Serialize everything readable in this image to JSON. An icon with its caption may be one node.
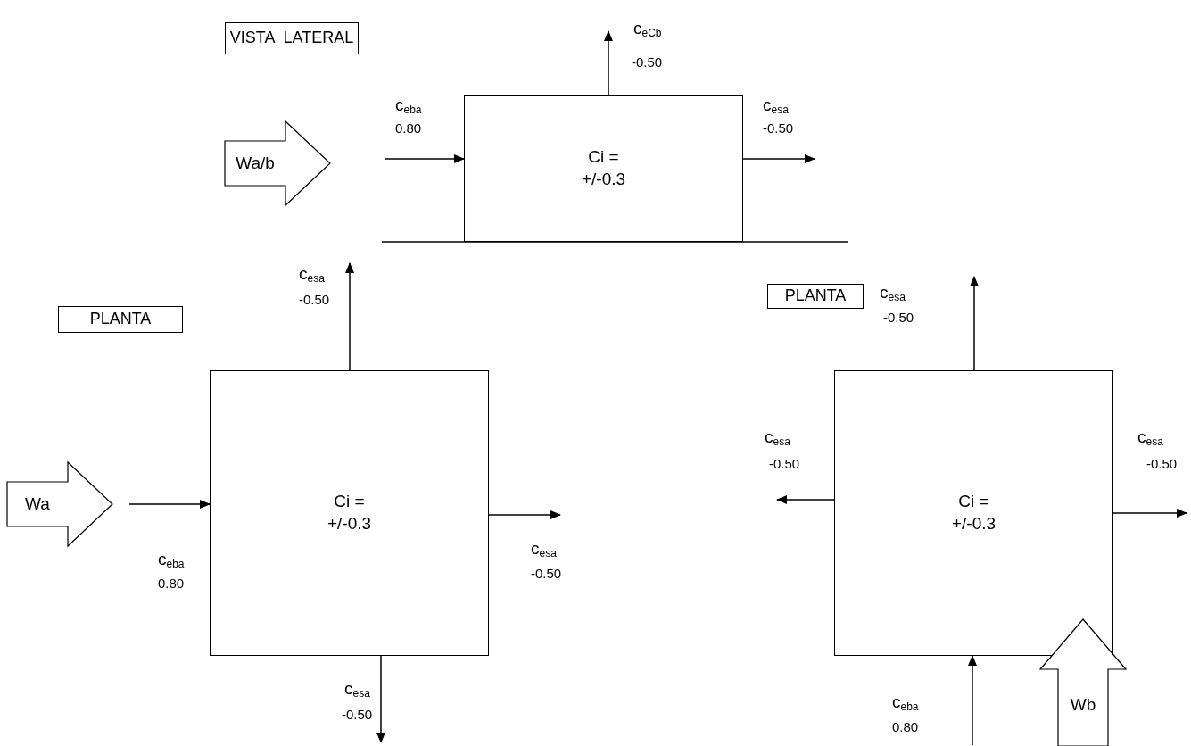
{
  "diagram": {
    "nodes": [
      {
        "text": [
          "VISTA  LATERAL"
        ]
      },
      {
        "text": [
          "Wa/b"
        ]
      },
      {
        "text": [
          "Ci = +/-0.3"
        ]
      },
      {
        "text": [
          "PLANTA"
        ]
      },
      {
        "text": [
          "Wa"
        ]
      },
      {
        "text": [
          "Ci = +/-0.3"
        ]
      },
      {
        "text": [
          "PLANTA"
        ]
      },
      {
        "text": [
          "Ci = +/-0.3"
        ]
      },
      {
        "text": [
          "Wb"
        ]
      }
    ],
    "edges": [
      {
        "from": null,
        "to": 2,
        "arrow": "to"
      },
      {
        "from": 2,
        "to": null,
        "arrow": "to"
      },
      {
        "from": 2,
        "to": null,
        "arrow": "to"
      },
      {
        "from": null,
        "to": 5,
        "arrow": "to"
      },
      {
        "from": 5,
        "to": null,
        "arrow": "to"
      },
      {
        "from": 5,
        "to": null,
        "arrow": "to"
      },
      {
        "from": 5,
        "to": null,
        "arrow": "to"
      },
      {
        "from": 7,
        "to": null,
        "arrow": "to"
      },
      {
        "from": 7,
        "to": null,
        "arrow": "to"
      },
      {
        "from": 7,
        "to": null,
        "arrow": "to"
      },
      {
        "from": null,
        "to": 7,
        "arrow": "to"
      }
    ],
    "labels": [
      "c$_{eCb}$",
      "-0.50",
      "c$_{eba}$",
      "0.80",
      "c$_{esa}$",
      "-0.50",
      "c$_{esa}$",
      "-0.50",
      "c$_{esa}$",
      "-0.50",
      "c$_{esa}$",
      "-0.50",
      "c$_{esa}$",
      "-0.50",
      "c$_{eba}$",
      "0.80",
      "c$_{esa}$",
      "-0.50",
      "c$_{esa}$",
      "-0.50",
      "c$_{eba}$",
      "0.80"
    ]
  }
}
